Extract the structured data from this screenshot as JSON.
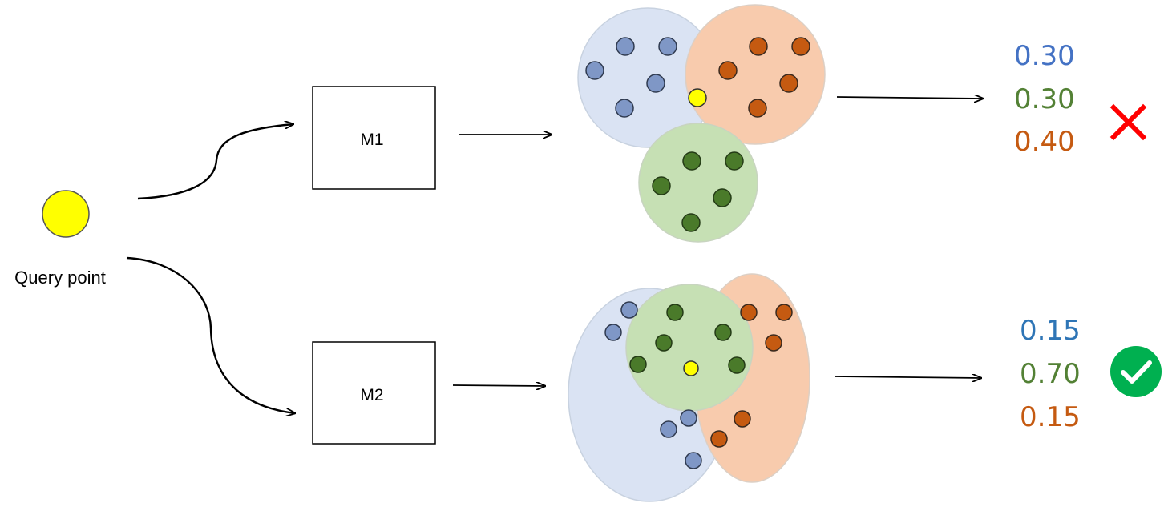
{
  "query": {
    "label": "Query point",
    "color": "#ffff00"
  },
  "models": [
    {
      "name": "M1",
      "scores": [
        "0.30",
        "0.30",
        "0.40"
      ],
      "verdict": "wrong",
      "verdict_icon": "cross-icon"
    },
    {
      "name": "M2",
      "scores": [
        "0.15",
        "0.70",
        "0.15"
      ],
      "verdict": "correct",
      "verdict_icon": "checkmark-icon"
    }
  ],
  "class_colors": {
    "blue": {
      "point": "#7f97c6",
      "region": "#dae3f3",
      "score_text": "#4472c4"
    },
    "green": {
      "point": "#4a7a2a",
      "region": "#c6e0b4",
      "score_text": "#538135"
    },
    "orange": {
      "point": "#c55a11",
      "region": "#f8cbad",
      "score_text": "#c55a11"
    }
  },
  "verdict_colors": {
    "wrong": "#ff0000",
    "correct": "#00b050"
  }
}
